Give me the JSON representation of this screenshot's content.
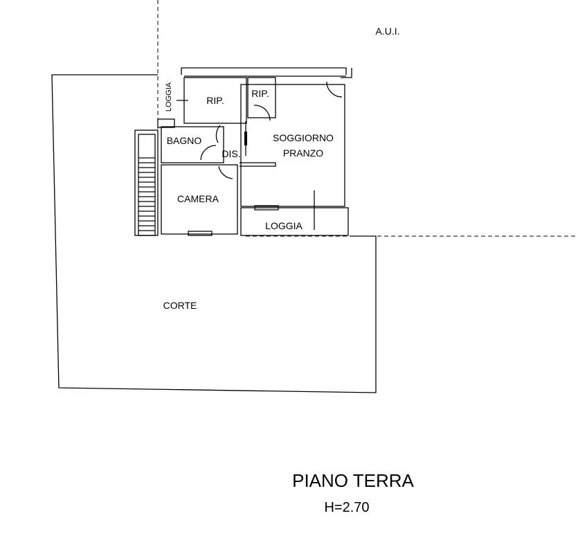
{
  "plan": {
    "neighbor_label": "A.U.I.",
    "rooms": {
      "loggia_side": "LOGGIA",
      "rip_1": "RIP.",
      "rip_2": "RIP.",
      "bagno": "BAGNO",
      "dis": "DIS.",
      "soggiorno": "SOGGIORNO",
      "pranzo": "PRANZO",
      "camera": "CAMERA",
      "loggia_front": "LOGGIA",
      "corte": "CORTE"
    },
    "title": "PIANO TERRA",
    "height_label": "H=2.70"
  }
}
